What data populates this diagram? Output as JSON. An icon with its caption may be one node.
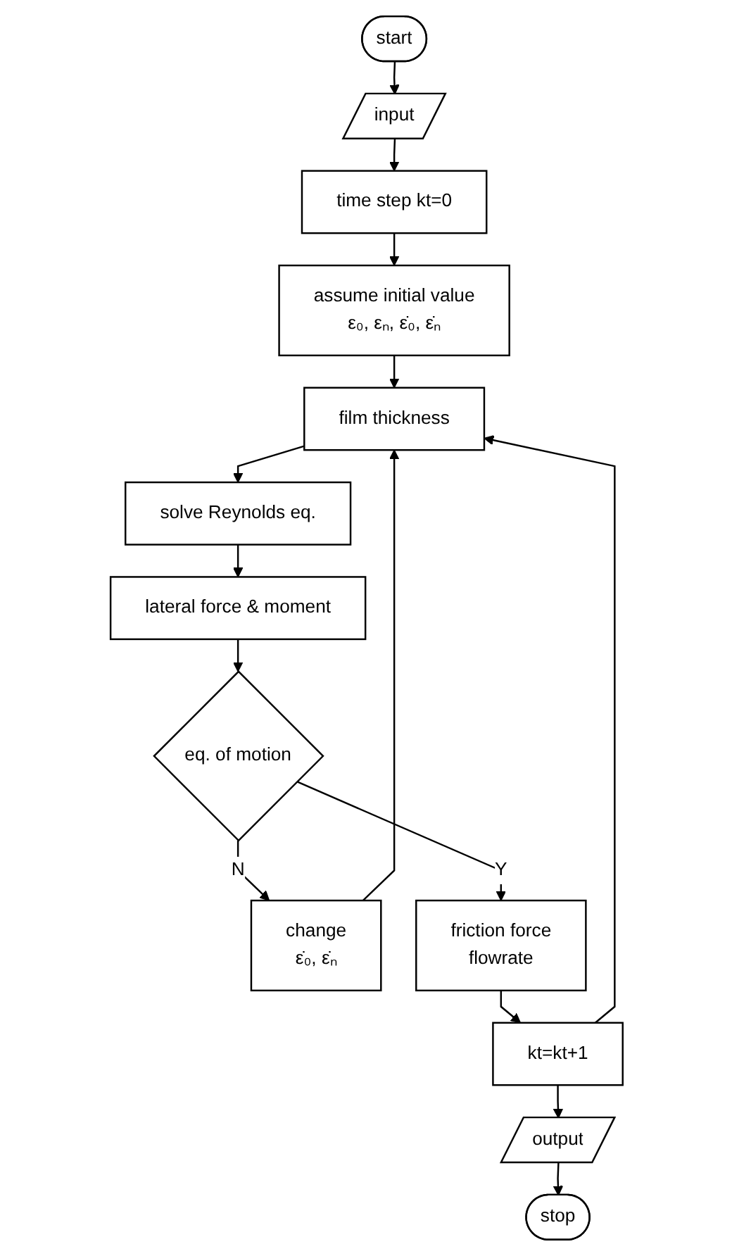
{
  "diagram": {
    "nodes": [
      {
        "text": [
          "start"
        ]
      },
      {
        "text": [
          "input"
        ]
      },
      {
        "text": [
          "time step kt=0"
        ]
      },
      {
        "text": [
          "assume initial value",
          "ε₀, εₙ, ε̇₀, ε̇ₙ"
        ]
      },
      {
        "text": [
          "film thickness"
        ]
      },
      {
        "text": [
          "solve Reynolds eq."
        ]
      },
      {
        "text": [
          "lateral force & moment"
        ]
      },
      {
        "text": [
          "eq. of motion"
        ]
      },
      {
        "text": [
          "change",
          "ε̇₀, ε̇ₙ"
        ]
      },
      {
        "text": [
          "friction force",
          "flowrate"
        ]
      },
      {
        "text": [
          "kt=kt+1"
        ]
      },
      {
        "text": [
          "output"
        ]
      },
      {
        "text": [
          "stop"
        ]
      }
    ],
    "edges": [
      {
        "from": 0,
        "to": 1,
        "arrow": "to"
      },
      {
        "from": 1,
        "to": 2,
        "arrow": "to"
      },
      {
        "from": 2,
        "to": 3,
        "arrow": "to"
      },
      {
        "from": 3,
        "to": 4,
        "arrow": "to"
      },
      {
        "from": 4,
        "to": 5,
        "arrow": "to"
      },
      {
        "from": 5,
        "to": 6,
        "arrow": "to"
      },
      {
        "from": 6,
        "to": 7,
        "arrow": "to"
      },
      {
        "from": 7,
        "to": 8,
        "label": "N",
        "arrow": "to"
      },
      {
        "from": 8,
        "to": 4,
        "arrow": "to"
      },
      {
        "from": 7,
        "to": 9,
        "label": "Y",
        "arrow": "to"
      },
      {
        "from": 9,
        "to": 10,
        "arrow": "to"
      },
      {
        "from": 10,
        "to": 4,
        "arrow": "to"
      },
      {
        "from": 10,
        "to": 11,
        "arrow": "to"
      },
      {
        "from": 11,
        "to": 12,
        "arrow": "to"
      }
    ]
  }
}
